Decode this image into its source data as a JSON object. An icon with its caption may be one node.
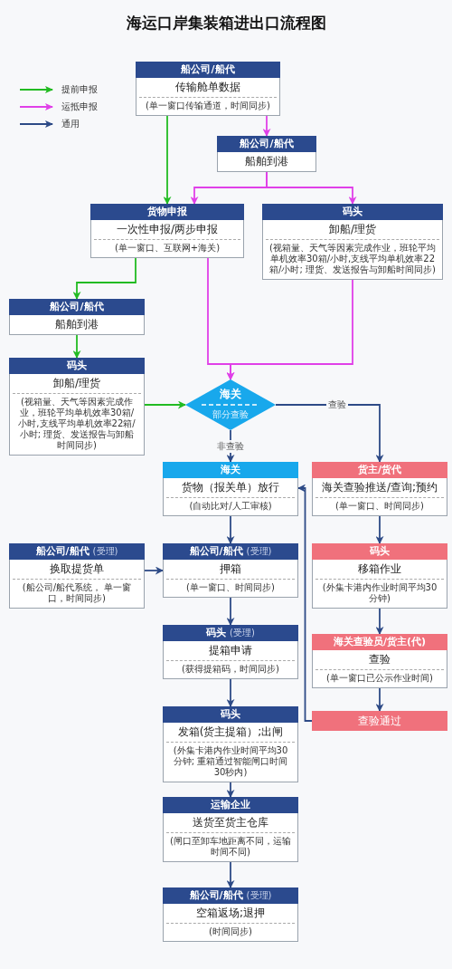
{
  "diagram": {
    "title": "海运口岸集装箱进出口流程图",
    "nodes": [
      {
        "text": [
          "船公司/船代",
          "传输舱单数据",
          "(单一窗口传输通道，时间同步)"
        ]
      },
      {
        "text": [
          "船公司/船代",
          "船舶到港"
        ]
      },
      {
        "text": [
          "货物申报",
          "一次性申报/两步申报",
          "(单一窗口、互联网+海关)"
        ]
      },
      {
        "text": [
          "码头",
          "卸船/理货",
          "(视箱量、天气等因素完成作业，班轮平均单机效率30箱/小时,支线平均单机效率22箱/小时; 理货、发送报告与卸船时间同步)"
        ]
      },
      {
        "text": [
          "船公司/船代",
          "船舶到港"
        ]
      },
      {
        "text": [
          "码头",
          "卸船/理货",
          "(视箱量、天气等因素完成作业，班轮平均单机效率30箱/小时,支线平均单机效率22箱/小时; 理货、发送报告与卸船时间同步)"
        ]
      },
      {
        "text": [
          "海关",
          "部分查验"
        ]
      },
      {
        "text": [
          "海关",
          "货物（报关单）放行",
          "(自动比对/人工审核)"
        ]
      },
      {
        "text": [
          "货主/货代",
          "海关查验推送/查询;预约",
          "(单一窗口、时间同步)"
        ]
      },
      {
        "text": [
          "船公司/船代",
          "(受理)",
          "换取提货单",
          "(船公司/船代系统， 单一窗口，时间同步)"
        ]
      },
      {
        "text": [
          "船公司/船代",
          "(受理)",
          "押箱",
          "(单一窗口、时间同步)"
        ]
      },
      {
        "text": [
          "码头",
          "移箱作业",
          "(外集卡港内作业时间平均30分钟)"
        ]
      },
      {
        "text": [
          "码头",
          "(受理)",
          "提箱申请",
          "(获得提箱码，时间同步)"
        ]
      },
      {
        "text": [
          "海关查验员/货主(代)",
          "查验",
          "(单一窗口已公示作业时间)"
        ]
      },
      {
        "text": [
          "查验通过"
        ]
      },
      {
        "text": [
          "码头",
          "发箱(货主提箱）;出闸",
          "(外集卡港内作业时间平均30分钟; 重箱通过智能闸口时间30秒内)"
        ]
      },
      {
        "text": [
          "运输企业",
          "送货至货主仓库",
          "(闸口至卸车地距离不同，运输时间不同)"
        ]
      },
      {
        "text": [
          "船公司/船代",
          "(受理)",
          "空箱返场;退押",
          "(时间同步)"
        ]
      }
    ],
    "edges": [
      {
        "from": 0,
        "to": 1,
        "arrow": "to",
        "color": "#e040e8"
      },
      {
        "from": 0,
        "to": 2,
        "arrow": "to",
        "color": "#22bb22"
      },
      {
        "from": 1,
        "to": 2,
        "arrow": "to",
        "color": "#e040e8"
      },
      {
        "from": 1,
        "to": 3,
        "arrow": "to",
        "color": "#e040e8"
      },
      {
        "from": 2,
        "to": 4,
        "arrow": "to",
        "color": "#22bb22"
      },
      {
        "from": 2,
        "to": 6,
        "arrow": "to",
        "color": "#e040e8"
      },
      {
        "from": 3,
        "to": 6,
        "arrow": "to",
        "color": "#e040e8"
      },
      {
        "from": 4,
        "to": 5,
        "arrow": "to",
        "color": "#22bb22"
      },
      {
        "from": 5,
        "to": 6,
        "arrow": "to",
        "color": "#22bb22"
      },
      {
        "from": 6,
        "to": 7,
        "arrow": "to",
        "label": "非查验"
      },
      {
        "from": 6,
        "to": 8,
        "arrow": "to",
        "label": "查验"
      },
      {
        "from": 7,
        "to": 10,
        "arrow": "to"
      },
      {
        "from": 9,
        "to": 10,
        "arrow": "to"
      },
      {
        "from": 10,
        "to": 12,
        "arrow": "to"
      },
      {
        "from": 12,
        "to": 15,
        "arrow": "to"
      },
      {
        "from": 15,
        "to": 16,
        "arrow": "to"
      },
      {
        "from": 16,
        "to": 17,
        "arrow": "to"
      },
      {
        "from": 8,
        "to": 11,
        "arrow": "to"
      },
      {
        "from": 11,
        "to": 13,
        "arrow": "to"
      },
      {
        "from": 13,
        "to": 14,
        "arrow": "to"
      },
      {
        "from": 14,
        "to": 7,
        "arrow": "to"
      }
    ],
    "legend": [
      {
        "text": "提前申报"
      },
      {
        "text": "运抵申报"
      },
      {
        "text": "通用"
      }
    ]
  }
}
